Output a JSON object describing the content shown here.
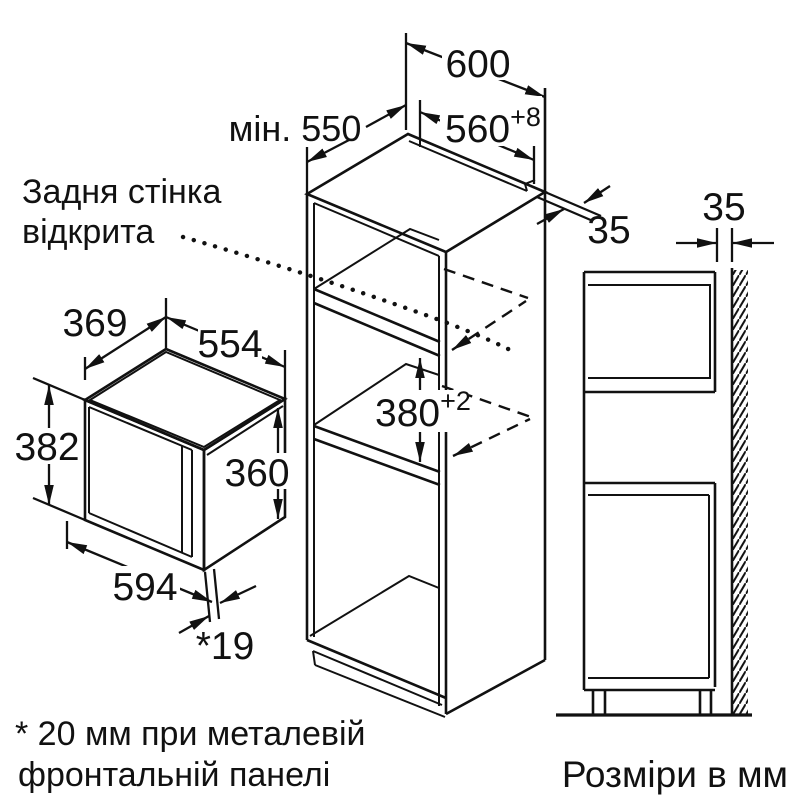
{
  "annotations": {
    "back_wall_note_line1": "Задня стінка",
    "back_wall_note_line2": "відкрита",
    "footnote_line1": "* 20 мм при металевій",
    "footnote_line2": "фронтальній панелі",
    "units_note": "Розміри в мм"
  },
  "dimensions": {
    "cabinet_depth_min": "мін. 550",
    "cabinet_width": "600",
    "niche_width": "560",
    "niche_width_tolerance": "+8",
    "rear_clearance": "35",
    "wall_gap": "35",
    "appliance_depth": "369",
    "appliance_width": "554",
    "appliance_height": "382",
    "door_height": "360",
    "niche_height": "380",
    "niche_height_tolerance": "+2",
    "front_panel_width": "594",
    "front_panel_thickness": "*19"
  },
  "colors": {
    "line": "#111111",
    "background": "#ffffff"
  }
}
